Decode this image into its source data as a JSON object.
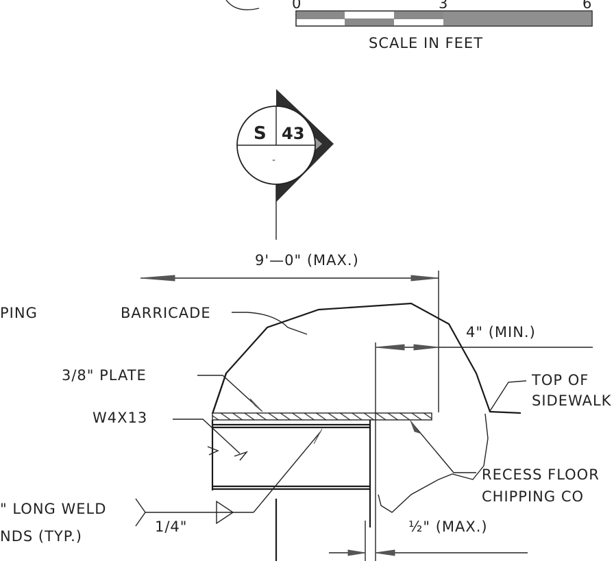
{
  "scale_bar": {
    "ticks": [
      "0",
      "3",
      "6"
    ],
    "title": "SCALE IN FEET"
  },
  "section_marker": {
    "letter": "S",
    "sheet": "43",
    "sub": "-"
  },
  "labels": {
    "width_dim": "9'—0\" (MAX.)",
    "left_cut": "PING",
    "barricade": "BARRICADE",
    "min_dim": "4\" (MIN.)",
    "plate": "3/8\" PLATE",
    "top_of_line1": "TOP OF",
    "top_of_line2": "SIDEWALK",
    "beam": "W4X13",
    "recess_line1": "RECESS FLOOR",
    "recess_line2": "CHIPPING CO",
    "weld_line1": "\" LONG WELD",
    "weld_line2": "NDS (TYP.)",
    "weld_size": "1/4\"",
    "max_dim_half": "½\" (MAX.)"
  },
  "colors": {
    "ink": "#222222",
    "hatch_gray": "#6f6f6f",
    "scale_dark": "#3a3a3a",
    "scale_mid": "#8a8a8a",
    "marker_fill": "#2e2e2e"
  }
}
